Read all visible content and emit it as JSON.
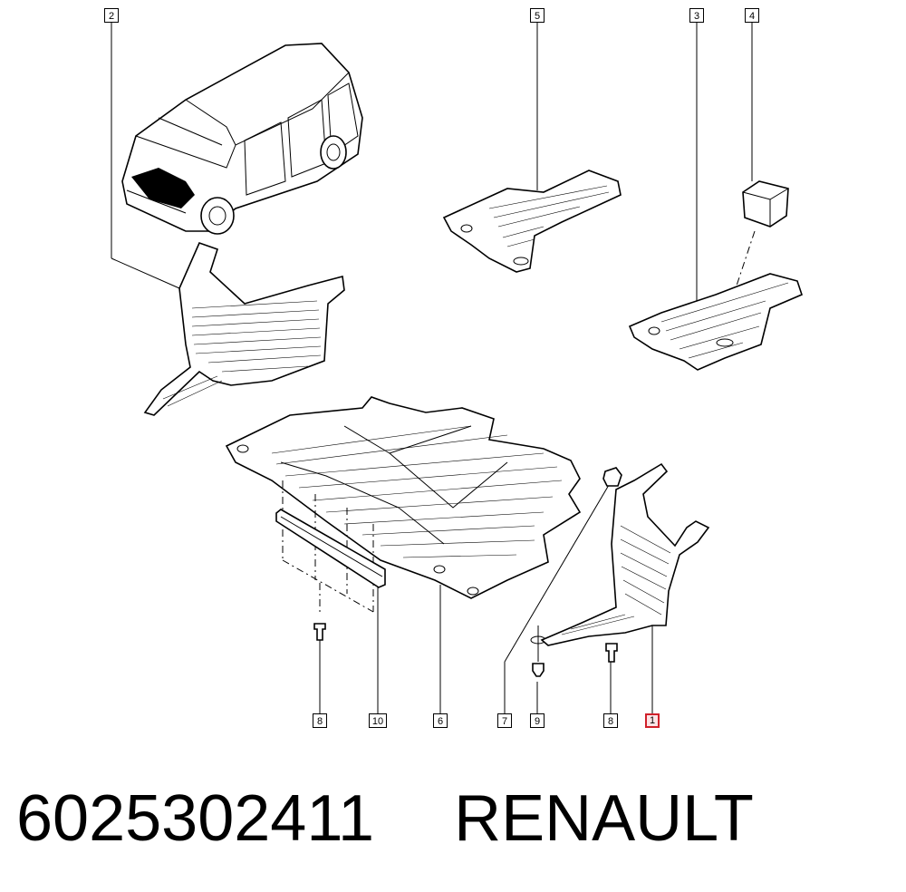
{
  "footer": {
    "part_number": "6025302411",
    "brand": "RENAULT"
  },
  "callouts": [
    {
      "label": "2"
    },
    {
      "label": "5"
    },
    {
      "label": "3"
    },
    {
      "label": "4"
    },
    {
      "label": "8"
    },
    {
      "label": "10"
    },
    {
      "label": "6"
    },
    {
      "label": "7"
    },
    {
      "label": "9"
    },
    {
      "label": "8"
    },
    {
      "label": "1",
      "highlighted": true
    }
  ],
  "colors": {
    "line": "#000000",
    "highlight_border": "#d0202a",
    "highlight_fill": "#fde4e6"
  }
}
